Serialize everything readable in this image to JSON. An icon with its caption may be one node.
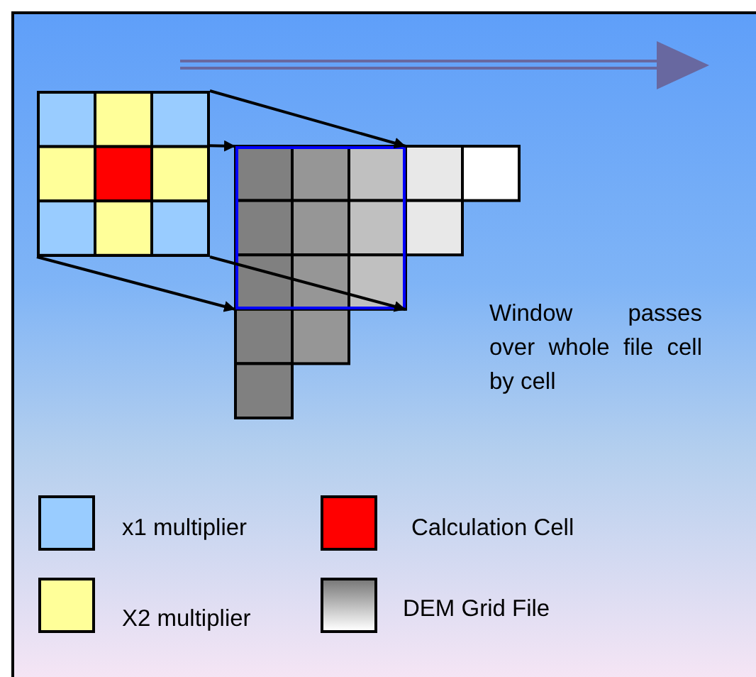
{
  "diagram": {
    "nodes": [
      {
        "text": [],
        "shape": "box"
      },
      {
        "text": [],
        "shape": "box"
      }
    ],
    "edges": [
      {
        "from": 0,
        "to": 1,
        "arrow": "to"
      },
      {
        "from": 0,
        "to": 1,
        "arrow": "to"
      },
      {
        "from": 0,
        "to": 1,
        "arrow": "to"
      },
      {
        "from": 0,
        "to": 1,
        "arrow": "to"
      }
    ],
    "labels": [
      "Window passes over whole file cell by cell"
    ],
    "legend": [
      {
        "text": "x1 multiplier",
        "color": "#99ccff"
      },
      {
        "text": "Calculation Cell",
        "color": "#ff0000"
      },
      {
        "text": "X2 multiplier",
        "color": "#ffff99"
      },
      {
        "text": "DEM Grid File"
      }
    ]
  }
}
